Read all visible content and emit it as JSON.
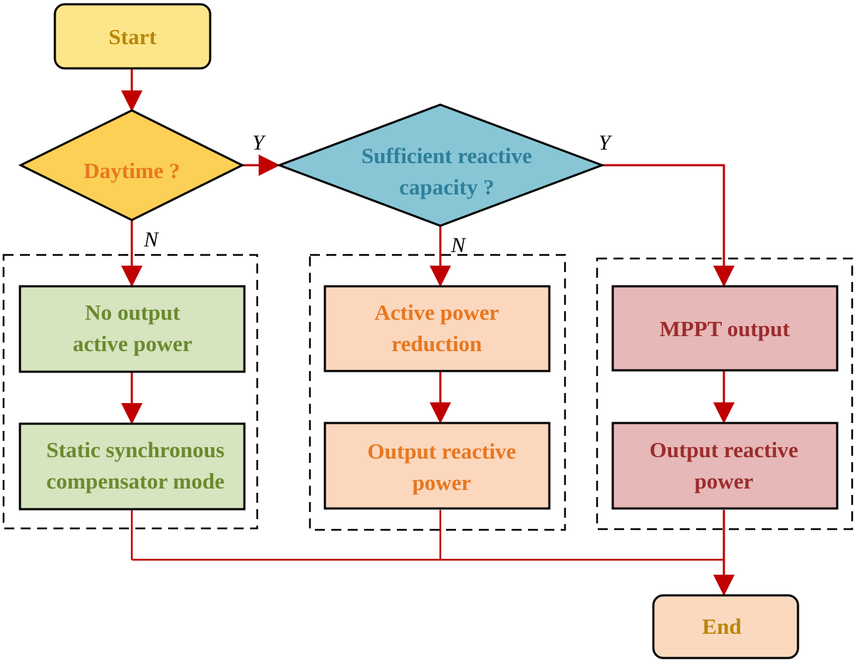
{
  "diagram": {
    "nodes": {
      "start": {
        "lines": [
          "Start"
        ],
        "fill": "#fde68a",
        "text_color": "#b8860b"
      },
      "daytime": {
        "lines": [
          "Daytime ?"
        ],
        "fill": "#fbd054",
        "text_color": "#e87722"
      },
      "sufficient": {
        "lines": [
          "Sufficient reactive",
          "capacity ?"
        ],
        "fill": "#88c6d6",
        "text_color": "#2e7f9b"
      },
      "no_output": {
        "lines": [
          "No output",
          "active power"
        ],
        "fill": "#d6e4bf",
        "text_color": "#6a8a2e"
      },
      "static_sync": {
        "lines": [
          "Static synchronous",
          "compensator mode"
        ],
        "fill": "#d6e4bf",
        "text_color": "#6a8a2e"
      },
      "active_reduction": {
        "lines": [
          "Active power",
          "reduction"
        ],
        "fill": "#fbd7be",
        "text_color": "#e8761e"
      },
      "output_reactive_mid": {
        "lines": [
          "Output reactive",
          "power"
        ],
        "fill": "#fbd7be",
        "text_color": "#e8761e"
      },
      "mppt": {
        "lines": [
          "MPPT output"
        ],
        "fill": "#e7b8b8",
        "text_color": "#9b2d2d"
      },
      "output_reactive_right": {
        "lines": [
          "Output reactive",
          "power"
        ],
        "fill": "#e7b8b8",
        "text_color": "#9b2d2d"
      },
      "end": {
        "lines": [
          "End"
        ],
        "fill": "#fbd9bf",
        "text_color": "#b8860b"
      }
    },
    "edge_labels": {
      "daytime_yes": "Y",
      "daytime_no": "N",
      "sufficient_yes": "Y",
      "sufficient_no": "N"
    },
    "colors": {
      "arrow": "#c00000",
      "border": "#000000",
      "group_border": "#000000"
    }
  }
}
